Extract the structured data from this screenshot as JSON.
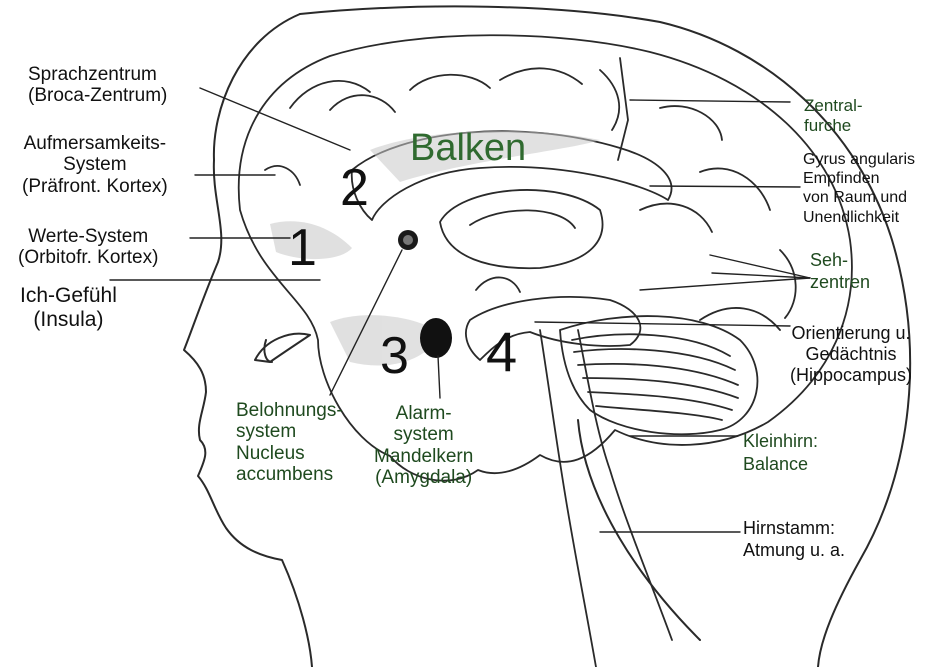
{
  "colors": {
    "label_black": "#111111",
    "label_green": "#1f4a1f",
    "balken_green": "#2f6a2f",
    "sketch_line": "#2a2a2a",
    "shading": "#c8c8c8"
  },
  "labels": {
    "broca": "Sprachzentrum\n(Broca-Zentrum)",
    "attention": "Aufmersamkeits-\nSystem\n(Präfront. Kortex)",
    "values": "Werte-System\n(Orbitofr. Kortex)",
    "insula": "Ich-Gefühl\n(Insula)",
    "reward": "Belohnungs-\nsystem\nNucleus\naccumbens",
    "alarm": "Alarm-\nsystem\nMandelkern\n(Amygdala)",
    "balken": "Balken",
    "central_sulcus": "Zentral-\nfurche",
    "angular_gyrus": "Gyrus angularis\nEmpfinden\nvon Raum und\nUnendlichkeit",
    "visual": "Seh-\nzentren",
    "hippocampus": "Orientierung u.\nGedächtnis\n(Hippocampus)",
    "cerebellum": "Kleinhirn:\nBalance",
    "brainstem": "Hirnstamm:\nAtmung u. a."
  },
  "numbers": {
    "n1": "1",
    "n2": "2",
    "n3": "3",
    "n4": "4"
  }
}
